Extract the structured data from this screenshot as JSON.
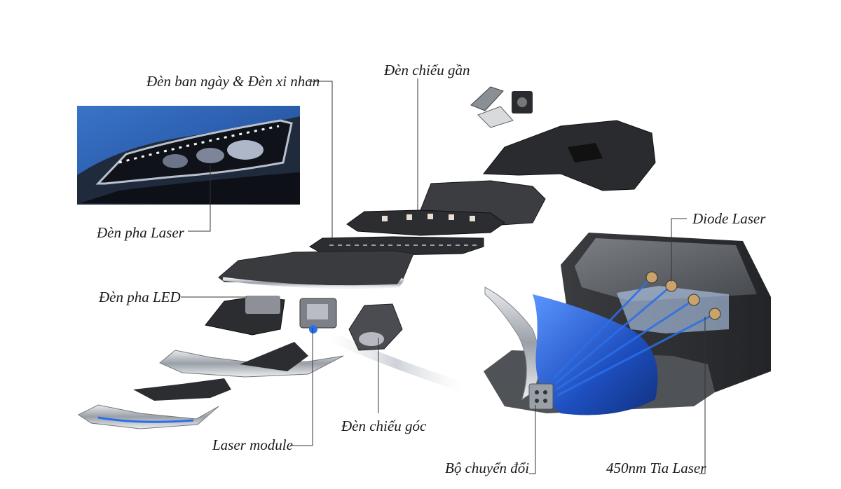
{
  "labels": {
    "drl_turn": "Đèn ban ngày & Đèn xi nhan",
    "low_beam": "Đèn chiếu gần",
    "laser_high_beam": "Đèn pha Laser",
    "led_high_beam": "Đèn pha LED",
    "diode_laser": "Diode Laser",
    "laser_module": "Laser module",
    "cornering_light": "Đèn chiếu góc",
    "converter": "Bộ chuyển đổi",
    "laser_beam": "450nm Tia Laser"
  },
  "colors": {
    "car_blue": "#2e62b8",
    "laser_blue": "#2b6fe8",
    "housing_dark": "#2a2b2e",
    "module_gray": "#5a5d63",
    "chrome": "#c9ccd1"
  }
}
